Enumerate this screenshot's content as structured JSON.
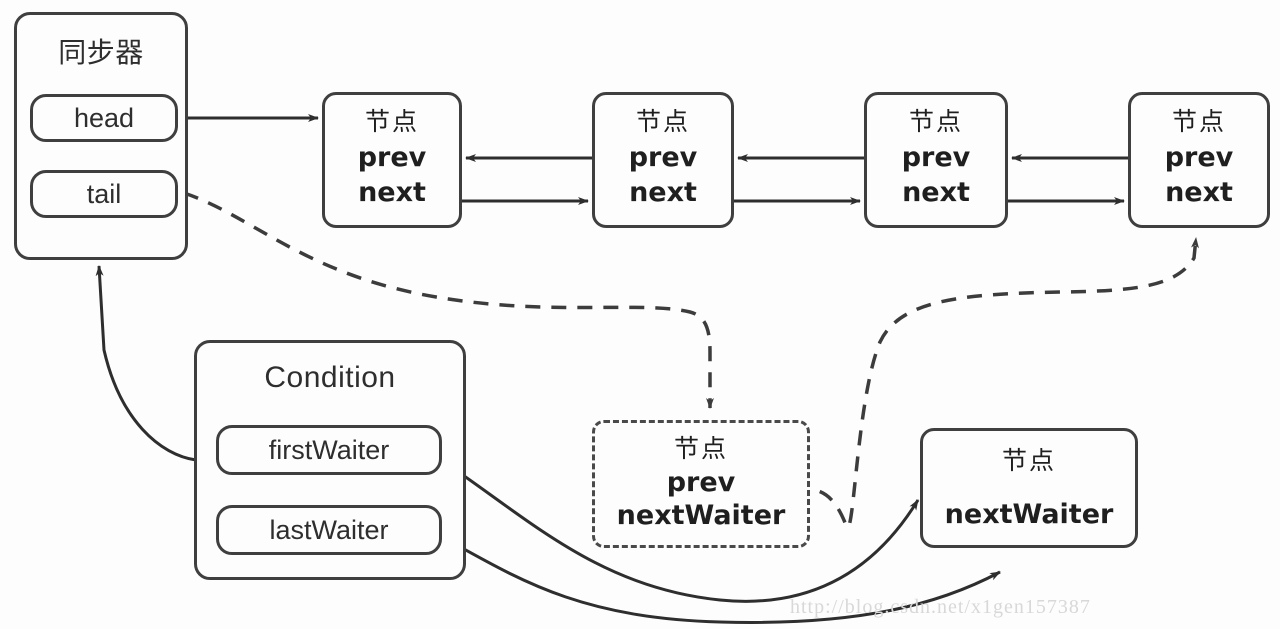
{
  "diagram": {
    "title": "AQS synchronizer queue and condition queue",
    "background_color": "#fdfdfd",
    "stroke_color": "#3f3f3f",
    "watermark": "http://blog.csdn.net/x1gen157387"
  },
  "synchronizer": {
    "title": "同步器",
    "fields": [
      {
        "label": "head"
      },
      {
        "label": "tail"
      }
    ]
  },
  "condition": {
    "title": "Condition",
    "fields": [
      {
        "label": "firstWaiter"
      },
      {
        "label": "lastWaiter"
      }
    ]
  },
  "queue_nodes": [
    {
      "title": "节点",
      "rows": [
        "prev",
        "next"
      ]
    },
    {
      "title": "节点",
      "rows": [
        "prev",
        "next"
      ]
    },
    {
      "title": "节点",
      "rows": [
        "prev",
        "next"
      ]
    },
    {
      "title": "节点",
      "rows": [
        "prev",
        "next"
      ]
    }
  ],
  "waiter_node_dashed": {
    "title": "节点",
    "rows": [
      "prev",
      "nextWaiter"
    ]
  },
  "waiter_node_solid": {
    "title": "节点",
    "rows": [
      "nextWaiter"
    ]
  }
}
